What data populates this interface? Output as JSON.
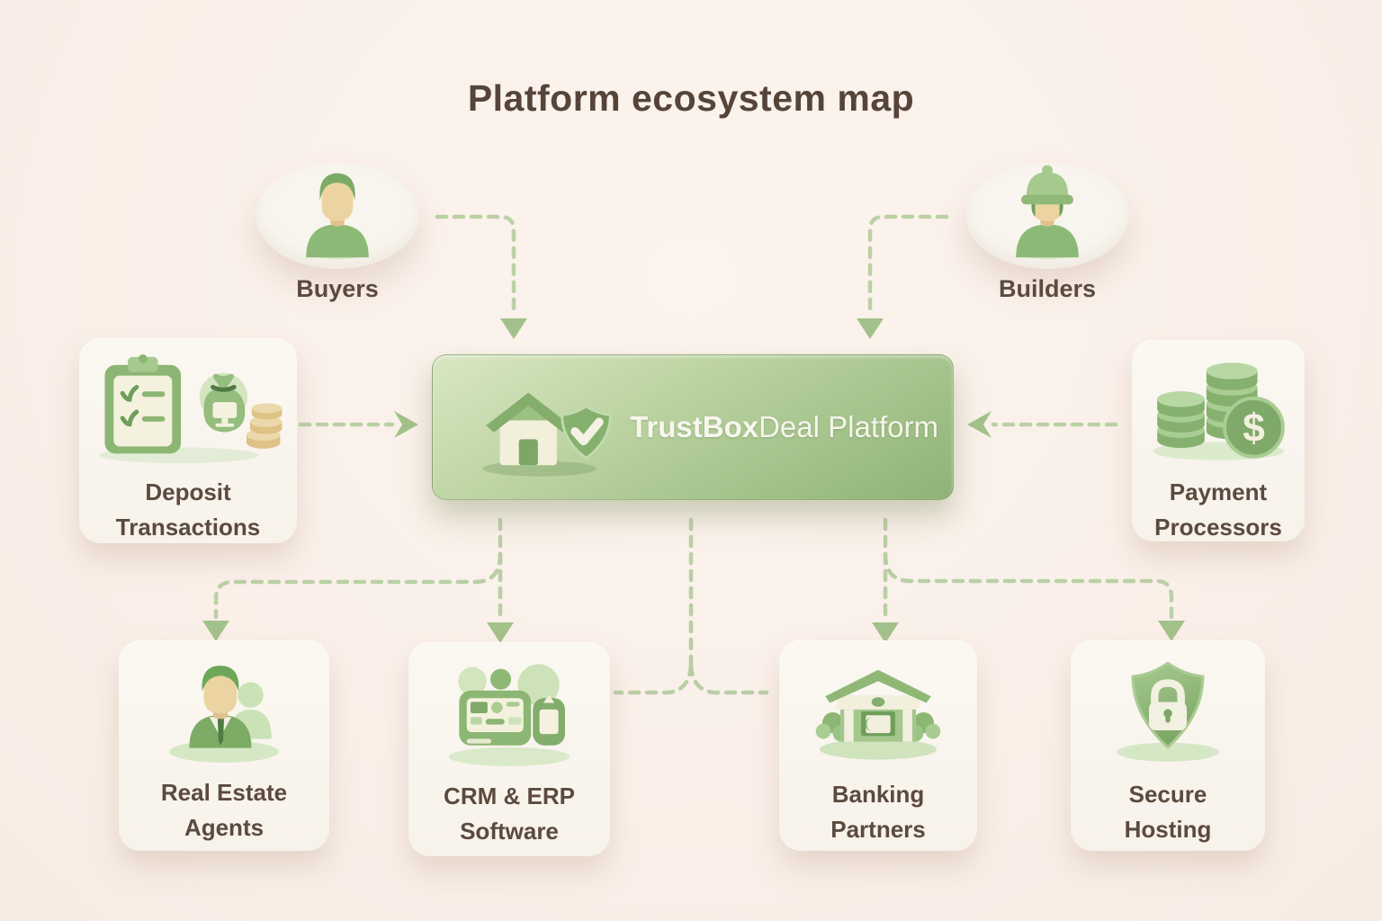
{
  "title": "Platform ecosystem map",
  "platform": {
    "name_bold": "TrustBox",
    "name_rest": "Deal Platform"
  },
  "nodes": {
    "buyers": {
      "label": "Buyers"
    },
    "builders": {
      "label": "Builders"
    },
    "deposit_transactions": {
      "line1": "Deposit",
      "line2": "Transactions"
    },
    "payment_processors": {
      "line1": "Payment",
      "line2": "Processors"
    },
    "real_estate_agents": {
      "line1": "Real Estate",
      "line2": "Agents"
    },
    "crm_erp_software": {
      "line1": "CRM & ERP",
      "line2": "Software"
    },
    "banking_partners": {
      "line1": "Banking",
      "line2": "Partners"
    },
    "secure_hosting": {
      "line1": "Secure",
      "line2": "Hosting"
    }
  },
  "icons": {
    "dollar_symbol": "$"
  },
  "colors": {
    "background": "#faf1ea",
    "card": "#f9f6f0",
    "platform_gradient_start": "#d9e7c3",
    "platform_gradient_end": "#8eb377",
    "connector": "#b7cda2",
    "arrowhead": "#a3c18a",
    "text": "#5c4a3f",
    "platform_text": "#f8f7ee"
  }
}
